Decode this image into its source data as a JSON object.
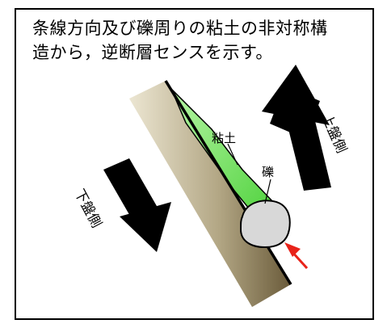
{
  "caption": {
    "line1": "条線方向及び礫周りの粘土の非対称構",
    "line2": "造から，逆断層センスを示す。"
  },
  "labels": {
    "clay": "粘土",
    "gravel": "礫",
    "hanging_wall": "上盤側",
    "footwall": "下盤側"
  },
  "colors": {
    "rock_dark": "#6f6040",
    "rock_light": "#e9e3cf",
    "clay": "#8af07a",
    "gravel": "#d6d6d6",
    "arrow_black": "#000000",
    "arrow_red": "#e8231a"
  }
}
